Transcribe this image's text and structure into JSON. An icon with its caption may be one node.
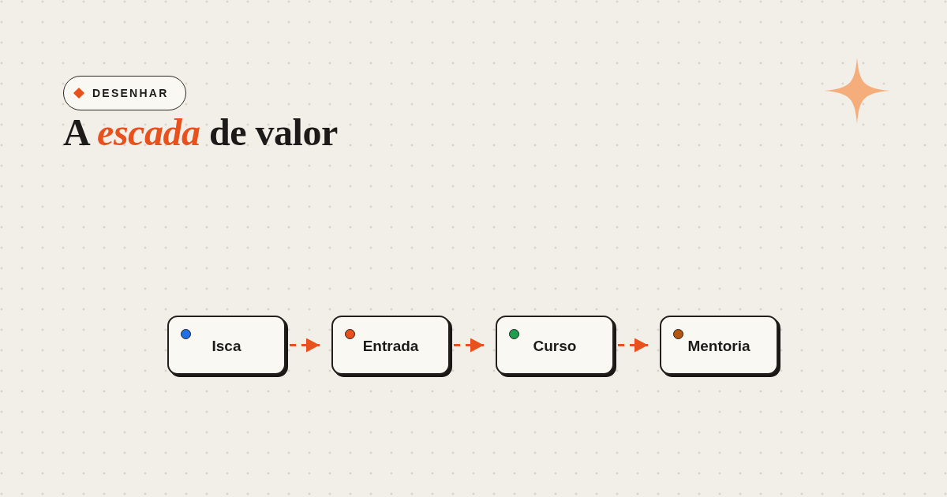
{
  "diagram": {
    "title": "A *escada* de valor",
    "nodes": [
      {
        "text": [
          "DESENHAR"
        ]
      },
      {
        "text": [
          "Isca"
        ]
      },
      {
        "text": [
          "Entrada"
        ]
      },
      {
        "text": [
          "Curso"
        ]
      },
      {
        "text": [
          "Mentoria"
        ]
      }
    ],
    "edges": [
      {
        "from": 1,
        "to": 2,
        "arrow": "to",
        "style": "dashed"
      },
      {
        "from": 2,
        "to": 3,
        "arrow": "to",
        "style": "dashed"
      },
      {
        "from": 3,
        "to": 4,
        "arrow": "to",
        "style": "dashed"
      }
    ]
  }
}
